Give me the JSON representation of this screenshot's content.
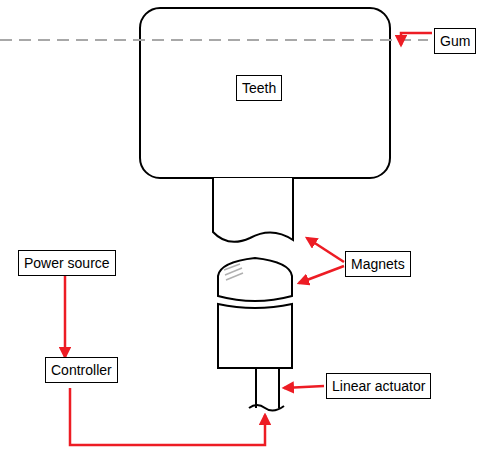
{
  "diagram": {
    "nodes": [
      {
        "text": [
          "Teeth"
        ]
      },
      {
        "text": [
          "Gum"
        ]
      },
      {
        "text": [
          "Magnets"
        ]
      },
      {
        "text": [
          "Power source"
        ]
      },
      {
        "text": [
          "Controller"
        ]
      },
      {
        "text": [
          "Linear actuator"
        ]
      }
    ],
    "edges": [
      {
        "from": 3,
        "to": 4,
        "arrow": "to"
      }
    ]
  }
}
